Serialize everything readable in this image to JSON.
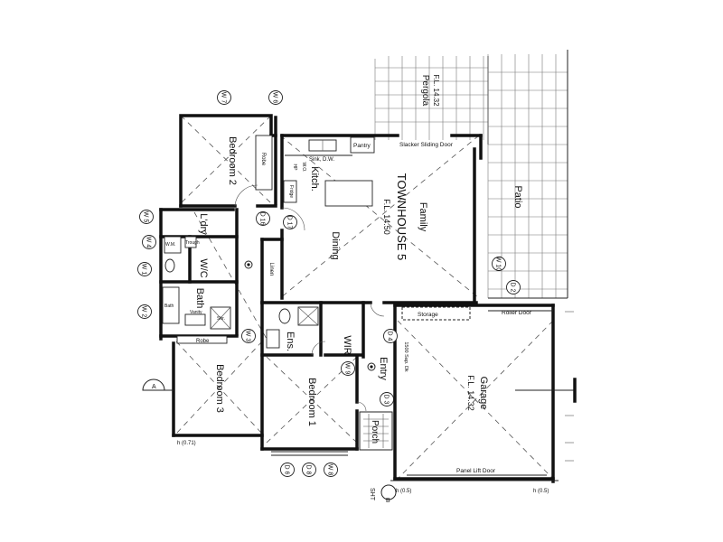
{
  "plan": {
    "title": "TOWNHOUSE 5",
    "floor_level": "F.L. 14.50",
    "garage_floor_level": "F.L. 14.32",
    "pergola_floor_level": "F.L. 14.32",
    "rooms": {
      "bedroom2": "Bedroom 2",
      "kitchen": "Kitch.",
      "family": "Family",
      "dining": "Dining",
      "laundry": "L'dry",
      "wc": "W/C",
      "bath": "Bath",
      "bedroom3": "Bedroom 3",
      "ensuite": "Ens.",
      "wir": "WIR",
      "bedroom1": "Bedroom 1",
      "entry": "Entry",
      "porch": "Porch",
      "garage": "Garage",
      "patio": "Patio",
      "pergola": "Pergola"
    },
    "fixtures": {
      "slacker_door": "Slacker Sliding Door",
      "pantry": "Pantry",
      "sink": "Sink, D.W.",
      "robe1": "Robe",
      "robe2": "Robe",
      "fridge": "Fridge",
      "linen": "Linen",
      "storage": "Storage",
      "roller_door": "Roller Door",
      "panel_lift_door": "Panel Lift Door",
      "vanity": "Vanity",
      "shower": "Shr.",
      "bath_tub": "Bath",
      "trough": "Trough",
      "wm": "W.M.",
      "hp": "HP",
      "wo": "W.O.",
      "sap": "1500 Sap. Dk"
    },
    "markers": [
      "W 7",
      "W 6",
      "W 5",
      "D 16",
      "D 17",
      "W 4",
      "W 1",
      "W 2",
      "W 3",
      "D 6",
      "D 8",
      "W 8",
      "D 4",
      "W 9",
      "W 10",
      "D 2",
      "D 3"
    ],
    "edge_labels": [
      "h (0.71)",
      "h (0.5)",
      "h (0.5)",
      "SHT",
      "A",
      "B"
    ]
  }
}
